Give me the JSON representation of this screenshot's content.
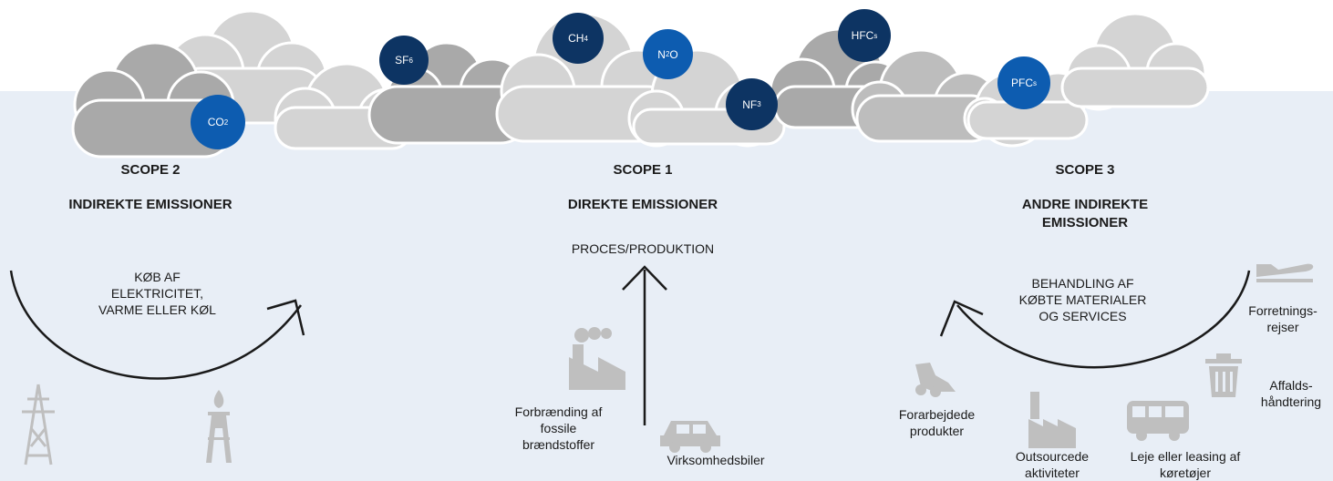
{
  "gases": {
    "co2": {
      "base": "CO",
      "sub": "2"
    },
    "sf6": {
      "base": "SF",
      "sub": "6"
    },
    "ch4": {
      "base": "CH",
      "sub": "4"
    },
    "n2o": {
      "base": "N",
      "sub": "2",
      "tail": "O"
    },
    "nf3": {
      "base": "NF",
      "sub": "3"
    },
    "hfcs": {
      "base": "HFC",
      "sub": "s"
    },
    "pfcs": {
      "base": "PFC",
      "sub": "s"
    }
  },
  "scope2": {
    "title": "SCOPE 2",
    "subtitle": "INDIREKTE EMISSIONER",
    "cycle_label": "KØB AF ELEKTRICITET, VARME ELLER KØL"
  },
  "scope1": {
    "title": "SCOPE 1",
    "subtitle": "DIREKTE EMISSIONER",
    "arrow_label": "PROCES/PRODUKTION",
    "fuel_label": "Forbrænding af fossile brændstoffer",
    "cars_label": "Virksomhedsbiler"
  },
  "scope3": {
    "title": "SCOPE 3",
    "subtitle": "ANDRE INDIREKTE EMISSIONER",
    "cycle_label": "BEHANDLING AF KØBTE MATERIALER OG SERVICES",
    "travel_label": "Forretnings-rejser",
    "waste_label": "Affalds-håndtering",
    "products_label": "Forarbejdede produkter",
    "outsourced_label": "Outsourcede aktiviteter",
    "leasing_label": "Leje eller leasing af køretøjer"
  },
  "colors": {
    "band": "#e8eef6",
    "gas_dark": "#0d3463",
    "gas_mid": "#0d5cb0",
    "icon_gray": "#bfbfbf",
    "arrow": "#1a1a1a"
  }
}
